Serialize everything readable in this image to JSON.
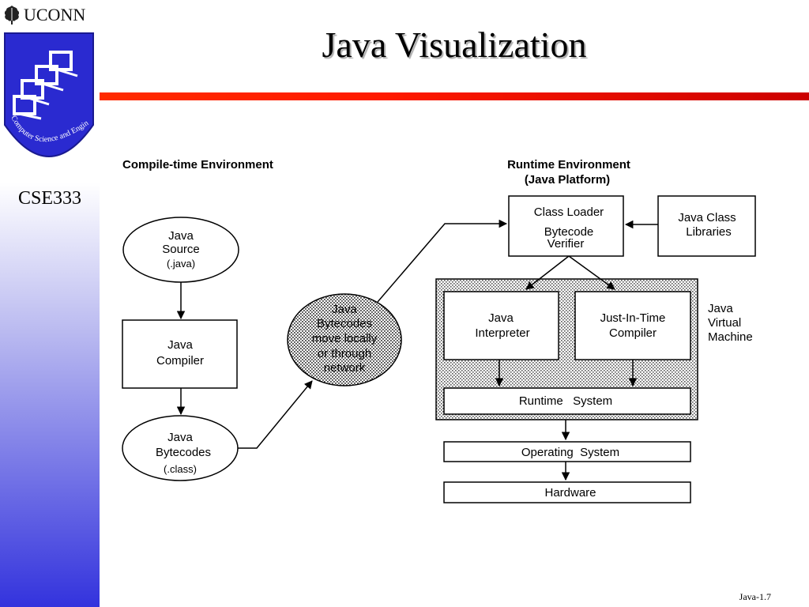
{
  "header": {
    "institution": "UCONN",
    "course": "CSE333",
    "title": "Java Visualization",
    "slide_number": "Java-1.7",
    "logo_text": "Computer Science and Engineering"
  },
  "diagram": {
    "compile_heading": "Compile-time  Environment",
    "runtime_heading_1": "Runtime  Environment",
    "runtime_heading_2": "(Java Platform)",
    "java_source": [
      "Java",
      "Source",
      "(.java)"
    ],
    "java_compiler": [
      "Java",
      "Compiler"
    ],
    "java_bytecodes": [
      "Java",
      "Bytecodes",
      "(.class)"
    ],
    "network_bytecodes": [
      "Java",
      "Bytecodes",
      "move locally",
      "or through",
      "network"
    ],
    "class_loader": [
      "Class Loader",
      "Bytecode",
      "Verifier"
    ],
    "class_libraries": [
      "Java Class",
      "Libraries"
    ],
    "interpreter": [
      "Java",
      "Interpreter"
    ],
    "jit_compiler": [
      "Just-In-Time",
      "Compiler"
    ],
    "jvm_label": [
      "Java",
      "Virtual",
      "Machine"
    ],
    "runtime_system": "Runtime   System",
    "operating_system": "Operating  System",
    "hardware": "Hardware"
  }
}
